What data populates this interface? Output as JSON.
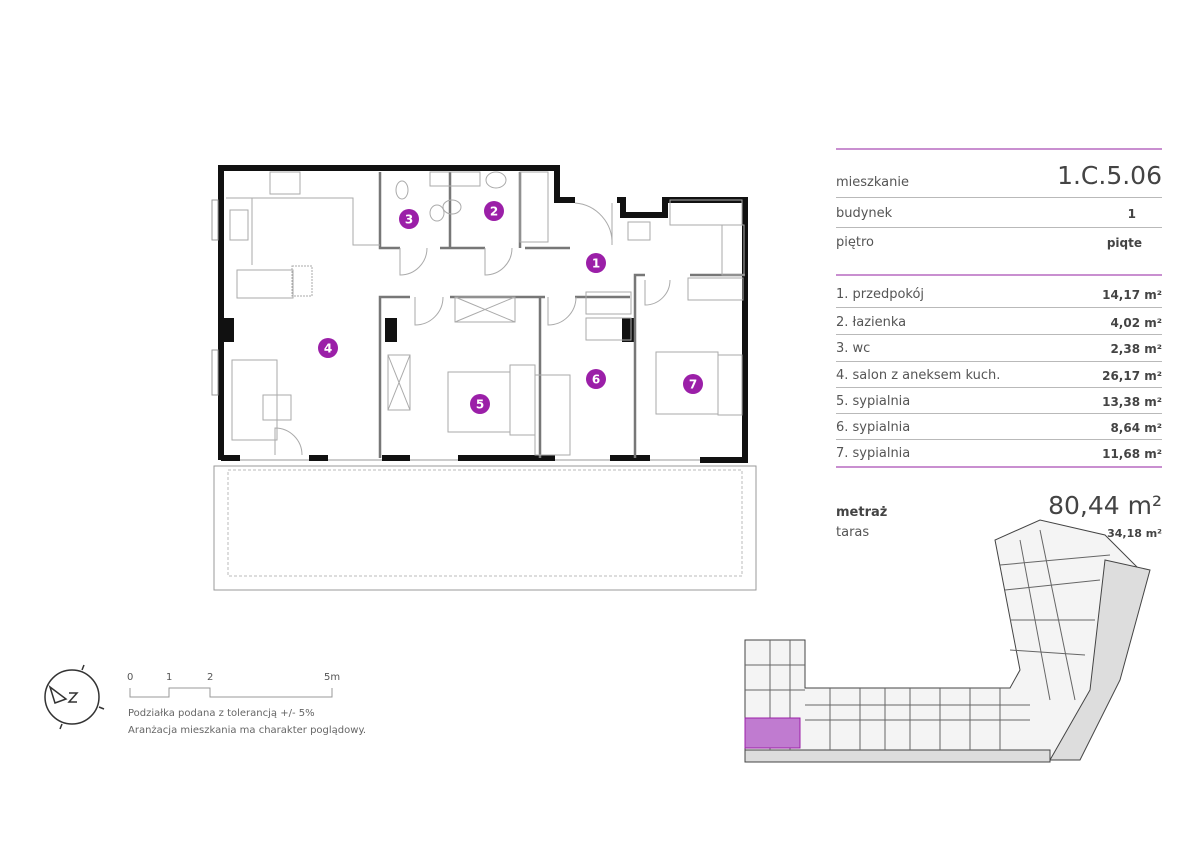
{
  "apartment": {
    "label": "mieszkanie",
    "value": "1.C.5.06"
  },
  "building": {
    "label": "budynek",
    "value": "1"
  },
  "floor": {
    "label": "piętro",
    "value": "piqte"
  },
  "rooms": [
    {
      "no": "1",
      "name": "1. przedpokój",
      "area": "14,17 m²"
    },
    {
      "no": "2",
      "name": "2. łazienka",
      "area": "4,02 m²"
    },
    {
      "no": "3",
      "name": "3. wc",
      "area": "2,38 m²"
    },
    {
      "no": "4",
      "name": "4. salon z aneksem kuch.",
      "area": "26,17 m²"
    },
    {
      "no": "5",
      "name": "5. sypialnia",
      "area": "13,38 m²"
    },
    {
      "no": "6",
      "name": "6. sypialnia",
      "area": "8,64 m²"
    },
    {
      "no": "7",
      "name": "7. sypialnia",
      "area": "11,68 m²"
    }
  ],
  "total": {
    "label": "metraż",
    "value": "80,44 m²"
  },
  "terrace": {
    "label": "taras",
    "value": "34,18 m²"
  },
  "scale": {
    "ticks": [
      "0",
      "1",
      "2",
      "5m"
    ]
  },
  "notes": [
    "Podziałka podana z tolerancją +/- 5%",
    "Aranżacja mieszkania ma charakter poglądowy."
  ],
  "colors": {
    "accent": "#9b1fa8",
    "line": "#c98fd0"
  }
}
